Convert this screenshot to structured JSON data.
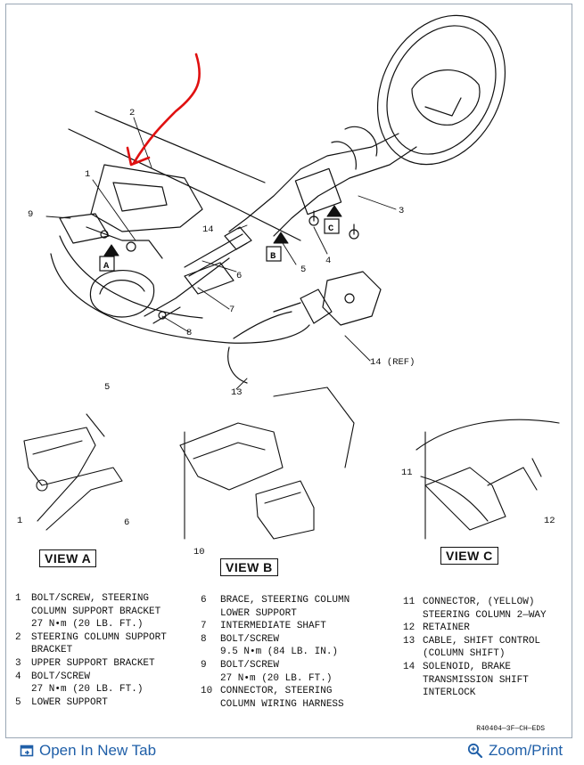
{
  "views": {
    "a": "VIEW A",
    "b": "VIEW B",
    "c": "VIEW C"
  },
  "callouts": {
    "c1": "1",
    "c2": "2",
    "c3": "3",
    "c4": "4",
    "c5": "5",
    "c6": "6",
    "c7": "7",
    "c8": "8",
    "c9": "9",
    "c13": "13",
    "c14": "14",
    "c14ref": "14 (REF)",
    "ca5": "5",
    "ca1": "1",
    "ca6": "6",
    "cb10": "10",
    "cc11": "11",
    "cc12": "12",
    "boxA": "A",
    "boxB": "B",
    "boxC": "C"
  },
  "legend": [
    {
      "num": "1",
      "text": "BOLT/SCREW, STEERING\nCOLUMN SUPPORT BRACKET\n27 N•m (20 LB. FT.)"
    },
    {
      "num": "2",
      "text": "STEERING COLUMN SUPPORT\nBRACKET"
    },
    {
      "num": "3",
      "text": "UPPER SUPPORT BRACKET"
    },
    {
      "num": "4",
      "text": "BOLT/SCREW\n27 N•m (20 LB. FT.)"
    },
    {
      "num": "5",
      "text": "LOWER SUPPORT"
    },
    {
      "num": "6",
      "text": "BRACE, STEERING COLUMN\nLOWER SUPPORT"
    },
    {
      "num": "7",
      "text": "INTERMEDIATE SHAFT"
    },
    {
      "num": "8",
      "text": "BOLT/SCREW\n9.5 N•m (84 LB. IN.)"
    },
    {
      "num": "9",
      "text": "BOLT/SCREW\n27 N•m (20 LB. FT.)"
    },
    {
      "num": "10",
      "text": "CONNECTOR, STEERING\nCOLUMN WIRING HARNESS"
    },
    {
      "num": "11",
      "text": "CONNECTOR, (YELLOW)\nSTEERING COLUMN 2—WAY"
    },
    {
      "num": "12",
      "text": "RETAINER"
    },
    {
      "num": "13",
      "text": "CABLE, SHIFT CONTROL\n(COLUMN SHIFT)"
    },
    {
      "num": "14",
      "text": "SOLENOID, BRAKE\nTRANSMISSION SHIFT\nINTERLOCK"
    }
  ],
  "figure_code": "R40404—3F—CH—EDS",
  "footer": {
    "open_new_tab": "Open In New Tab",
    "zoom_print": "Zoom/Print"
  },
  "colors": {
    "link": "#1f5fa8",
    "arrow": "#e01010",
    "line": "#111111"
  }
}
